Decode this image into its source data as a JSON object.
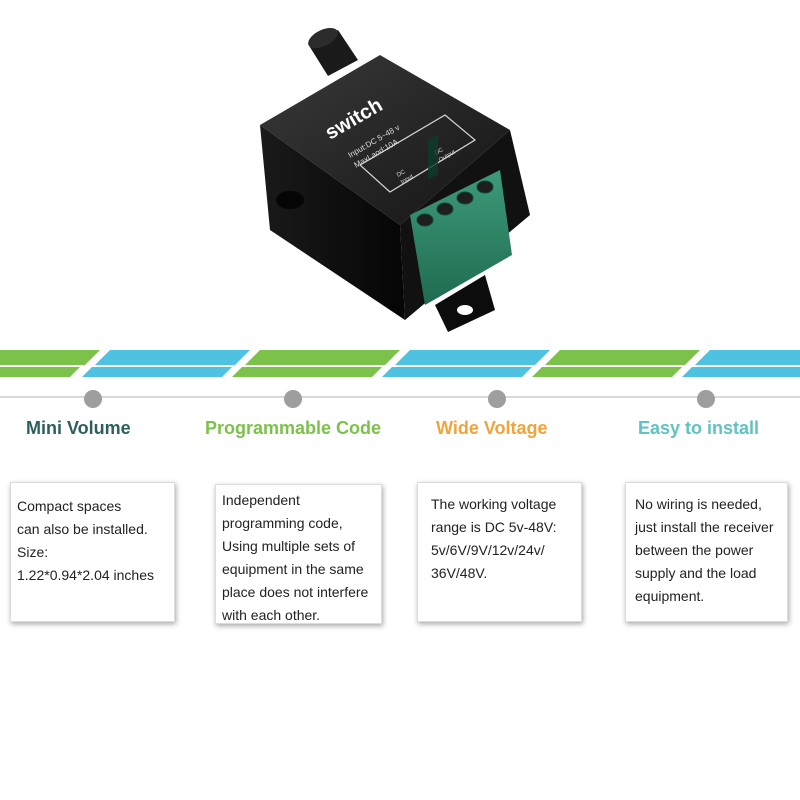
{
  "product": {
    "label_brand": "switch",
    "label_input": "Input:DC 5~48 v",
    "label_maxload": "MaxLaod:10A",
    "terminal_dc_input": "DC",
    "terminal_input": "Input",
    "terminal_dc_output": "DC",
    "terminal_output": "Output"
  },
  "colors": {
    "green": "#7cc24a",
    "blue": "#4ec2e0",
    "orange": "#f2a33a",
    "teal": "#5fc3c0",
    "dark_teal": "#2c5f5c",
    "dot": "#9e9e9e"
  },
  "features": [
    {
      "title": "Mini Volume",
      "lines": [
        "Compact spaces",
        "can also be installed.",
        "Size:",
        "1.22*0.94*2.04 inches"
      ]
    },
    {
      "title": "Programmable Code",
      "lines": [
        "Independent",
        "programming code,",
        "Using multiple sets of",
        "equipment in the same",
        "place does not interfere",
        "with each other."
      ]
    },
    {
      "title": "Wide Voltage",
      "lines": [
        "The working voltage",
        "range is DC 5v-48V:",
        "5v/6V/9V/12v/24v/",
        "36V/48V."
      ]
    },
    {
      "title": "Easy to install",
      "lines": [
        "No wiring is needed,",
        "just install the receiver",
        "between the power",
        "supply and the load",
        "equipment."
      ]
    }
  ]
}
